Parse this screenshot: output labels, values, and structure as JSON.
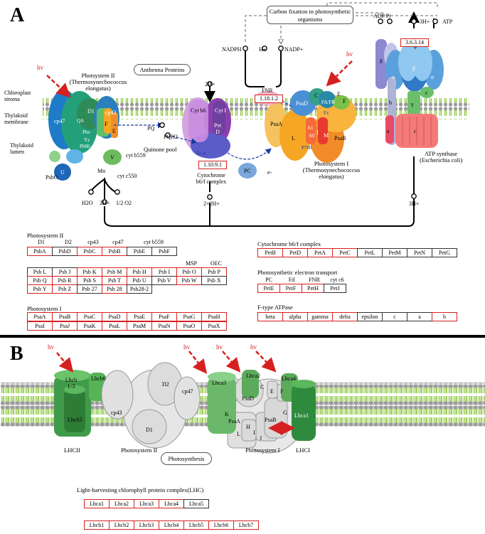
{
  "panel_a": {
    "letter": "A",
    "carbon_fixation": "Carbon fixation in photosynthetic organisms",
    "hv": "hv",
    "photosystem2_title": "Photsystem II",
    "photosystem2_sub": "(Thermosynechococcus elongatus)",
    "antenna": "Anthenna Proteins",
    "chloroplast_stroma": "Chloroplast stroma",
    "thylakoid_membrane": "Thylakoid membrane",
    "thylakoid_lumen": "Thylakoid lumen",
    "quinone_pool": "Quinone pool",
    "pq": "PQ",
    "pqh2": "PQH2",
    "cyt_b559": "cyt b559",
    "cyt_c550": "cyt c550",
    "psbo": "PsbO",
    "mn": "Mn",
    "h2o": "H2O",
    "two_h": "2H+",
    "half_o2": "1/2 O2",
    "two_h_top": "2H+",
    "two_x_2h": "2×2H+",
    "cytb6": "Cyt b6",
    "cytf": "Cyt f",
    "pet_d": "Pet D",
    "fe_s": "Fe-S",
    "cyt_complex_label": "Cytochrome b6/f complex",
    "ec_cyt": "1.10.9.1",
    "pc": "PC",
    "e_minus": "e-",
    "ps1_title": "Photosystem I",
    "ps1_sub": "(Thermosynechococcus elongatus)",
    "fnr": "FNR",
    "ec_fnr": "1.18.1.2",
    "nadph": "NADPH",
    "hplus": "H+",
    "nadp": "NADP+",
    "adp_pi": "ADP Pi",
    "three_h_top": "3H+",
    "atp": "ATP",
    "ec_atp": "3.6.3.14",
    "three_h_bottom": "3H+",
    "atp_synthase": "ATP synthase",
    "atp_synthase_sub": "(Escherichia coli)",
    "ps2_parts": {
      "cp47": "cp47",
      "d1": "D1",
      "qa": "QA",
      "cp43": "cp43",
      "phe": "Phe",
      "ya": "Yz",
      "p680": "P680",
      "f": "F",
      "e": "E",
      "v": "V",
      "u": "U"
    },
    "ps1_parts": {
      "psaa": "PsaA",
      "psad": "PsaD",
      "c": "C",
      "fa_fb": "FA/FB",
      "f": "F",
      "psae": "E",
      "fx": "Fx",
      "l": "L",
      "ao": "A0",
      "a1": "A1",
      "p700": "P700",
      "i": "I",
      "m": "M",
      "psab": "PsaB"
    },
    "atp_parts": {
      "delta": "δ",
      "alpha1": "α",
      "beta": "β",
      "alpha2": "α",
      "gamma": "γ",
      "epsilon": "ε",
      "b": "b",
      "a": "a",
      "c": "c"
    }
  },
  "gene_tables": {
    "ps2": {
      "title": "Photosystem II",
      "row1_labels": [
        "D1",
        "D2",
        "cp43",
        "cp47",
        "cyt b559"
      ],
      "row1": [
        {
          "t": "PsbA",
          "h": true
        },
        {
          "t": "PsbD",
          "h": false
        },
        {
          "t": "PsbC",
          "h": true
        },
        {
          "t": "PsbB",
          "h": true
        },
        {
          "t": "PsbE",
          "h": false
        },
        {
          "t": "PsbF",
          "h": false
        }
      ],
      "row2_labels": [
        "MSP",
        "OEC"
      ],
      "row2": [
        {
          "t": "Psb L",
          "h": false
        },
        {
          "t": "Psb J",
          "h": false
        },
        {
          "t": "Psb K",
          "h": true
        },
        {
          "t": "Psb M",
          "h": true
        },
        {
          "t": "Psb H",
          "h": true
        },
        {
          "t": "Psb I",
          "h": true
        },
        {
          "t": "Psb O",
          "h": true
        },
        {
          "t": "Psb P",
          "h": true
        }
      ],
      "row3": [
        {
          "t": "Psb Q",
          "h": true
        },
        {
          "t": "Psb R",
          "h": true
        },
        {
          "t": "Psb S",
          "h": true
        },
        {
          "t": "Psb T",
          "h": true
        },
        {
          "t": "Psb U",
          "h": true
        },
        {
          "t": "Psb V",
          "h": false
        },
        {
          "t": "Psb W",
          "h": true
        },
        {
          "t": "Psb X",
          "h": false
        }
      ],
      "row4": [
        {
          "t": "Psb Y",
          "h": true
        },
        {
          "t": "Psb Z",
          "h": true
        },
        {
          "t": "Psb 27",
          "h": false
        },
        {
          "t": "Psb 28",
          "h": true
        },
        {
          "t": "Psb28-2",
          "h": false
        }
      ]
    },
    "ps1": {
      "title": "Photosystem I",
      "row1": [
        {
          "t": "PsaA",
          "h": true
        },
        {
          "t": "PsaB",
          "h": true
        },
        {
          "t": "PsaC",
          "h": true
        },
        {
          "t": "PsaD",
          "h": true
        },
        {
          "t": "PsaE",
          "h": true
        },
        {
          "t": "PsaF",
          "h": true
        },
        {
          "t": "PsaG",
          "h": true
        },
        {
          "t": "PsaH",
          "h": true
        }
      ],
      "row2": [
        {
          "t": "PsaI",
          "h": true
        },
        {
          "t": "PsaJ",
          "h": true
        },
        {
          "t": "PsaK",
          "h": true
        },
        {
          "t": "PsaL",
          "h": true
        },
        {
          "t": "PsaM",
          "h": true
        },
        {
          "t": "PsaN",
          "h": true
        },
        {
          "t": "PsaO",
          "h": true
        },
        {
          "t": "PsaX",
          "h": true
        }
      ]
    },
    "cyt": {
      "title": "Cytochrome b6/f complex",
      "row1": [
        {
          "t": "PetB",
          "h": true
        },
        {
          "t": "PetD",
          "h": true
        },
        {
          "t": "PetA",
          "h": true
        },
        {
          "t": "PetC",
          "h": true
        },
        {
          "t": "PetL",
          "h": false
        },
        {
          "t": "PetM",
          "h": false
        },
        {
          "t": "PetN",
          "h": false
        },
        {
          "t": "PetG",
          "h": false
        }
      ]
    },
    "pet": {
      "title": "Photosynthetic electron transport",
      "labels": [
        "PC",
        "Fd",
        "FNR",
        "cyt c6"
      ],
      "row1": [
        {
          "t": "PetE",
          "h": true
        },
        {
          "t": "PetF",
          "h": true
        },
        {
          "t": "PetH",
          "h": true
        },
        {
          "t": "PetJ",
          "h": false
        }
      ]
    },
    "atp": {
      "title": "F-type ATPase",
      "row1": [
        {
          "t": "beta",
          "h": true
        },
        {
          "t": "alpha",
          "h": true
        },
        {
          "t": "gamma",
          "h": true
        },
        {
          "t": "delta",
          "h": true
        },
        {
          "t": "epsilon",
          "h": false
        },
        {
          "t": "c",
          "h": false
        },
        {
          "t": "a",
          "h": false
        },
        {
          "t": "b",
          "h": true
        }
      ]
    }
  },
  "panel_b": {
    "letter": "B",
    "hv": "hv",
    "lhcb": "Lhcb 1-3",
    "lhcb6": "Lhcb6",
    "lhcb5": "Lhcb5",
    "cp43": "cp43",
    "cp47": "cp47",
    "d1": "D1",
    "d2": "D2",
    "lhca3": "Lhca3",
    "lhca2": "Lhca2",
    "lhca4": "Lhca4",
    "lhca1": "Lhca1",
    "psad": "PsaD",
    "c": "C",
    "e": "E",
    "f": "F",
    "k": "K",
    "psaa": "PsaA",
    "psab": "PsaB",
    "h": "H",
    "i": "I",
    "l": "L",
    "j": "J",
    "g": "G",
    "lhcii": "LHCII",
    "ps2": "Photosystem II",
    "ps1": "Photosystem I",
    "lhci": "LHCI",
    "photosynthesis": "Photosynthesis",
    "lhc_title": "Light-harvesting chlorophyll protein complex(LHC)",
    "lhca_row": [
      {
        "t": "Lhca1",
        "h": true
      },
      {
        "t": "Lhca2",
        "h": true
      },
      {
        "t": "Lhca3",
        "h": true
      },
      {
        "t": "Lhca4",
        "h": true
      },
      {
        "t": "Lhca5",
        "h": false
      }
    ],
    "lhcb_row": [
      {
        "t": "Lhcb1",
        "h": true
      },
      {
        "t": "Lhcb2",
        "h": true
      },
      {
        "t": "Lhcb3",
        "h": true
      },
      {
        "t": "Lhcb4",
        "h": true
      },
      {
        "t": "Lhcb5",
        "h": true
      },
      {
        "t": "Lhcb6",
        "h": true
      },
      {
        "t": "Lhcb7",
        "h": true
      }
    ]
  },
  "colors": {
    "highlight": "#d62020",
    "membrane_green": "#8cc63f",
    "membrane_gray": "#a8a8a8",
    "ps2_green": "#2e8b57",
    "ps1_orange": "#f5a623",
    "atp_blue": "#4fa3e0",
    "cyt_purple": "#8a7cc8"
  }
}
